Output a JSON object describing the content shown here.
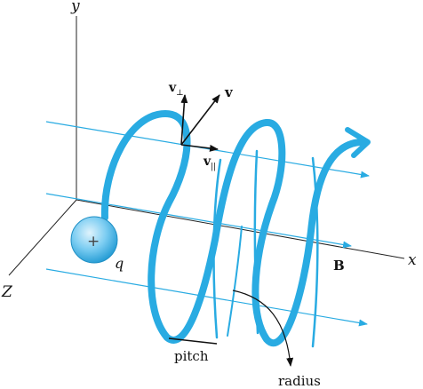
{
  "axes": {
    "x_label": "x",
    "y_label": "y",
    "z_label": "Z"
  },
  "charge": {
    "label": "q",
    "sign": "+"
  },
  "vectors": {
    "v": "v",
    "v_perp_base": "v",
    "v_perp_sub": "⊥",
    "v_par_base": "v",
    "v_par_sub": "||"
  },
  "field": {
    "label": "B"
  },
  "annotations": {
    "pitch": "pitch",
    "radius": "radius"
  },
  "colors": {
    "helix": "#29abe2",
    "field_lines": "#29abe2",
    "axes": "#222222",
    "charge_fill": "#7ccdf2",
    "charge_stroke": "#1f8fc4",
    "ink": "#111111"
  }
}
